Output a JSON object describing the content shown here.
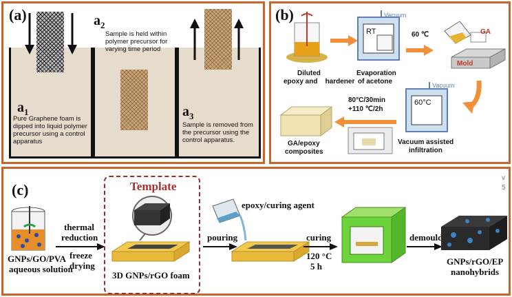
{
  "panel_a": {
    "label": "(a)",
    "a1": {
      "label": "a",
      "sub": "1",
      "text": "Pure Graphene foam is dipped into liquid polymer precursor using a control apparatus"
    },
    "a2": {
      "label": "a",
      "sub": "2",
      "text": "Sample is held within polymer precursor for varying time period"
    },
    "a3": {
      "label": "a",
      "sub": "3",
      "text": "Sample is removed from the precursor using the control apparatus."
    }
  },
  "panel_b": {
    "label": "(b)",
    "vacuum_top": "Vacuum",
    "rt": "RT",
    "temp_60": "60 ℃",
    "ga": "GA",
    "mold": "Mold",
    "diluted_1": "Diluted",
    "diluted_2": "epoxy and    hardener",
    "evap_1": "Evaporation",
    "evap_2": "of acetone",
    "vacuum_bottom": "Vacuum",
    "oven_temp": "60°C",
    "cure_1": "80°C/30min",
    "cure_2": "+110 ℃/2h",
    "composites_1": "GA/epoxy",
    "composites_2": "composites",
    "vac_1": "Vacuum assisted",
    "vac_2": "infiltration"
  },
  "panel_c": {
    "label": "(c)",
    "template": "Template",
    "thermal_1": "thermal",
    "thermal_2": "reduction",
    "freeze_1": "freeze",
    "freeze_2": "drying",
    "solution_1": "GNPs/GO/PVA",
    "solution_2": "aqueous solution",
    "foam_label": "3D GNPs/rGO foam",
    "pouring": "pouring",
    "epoxy_agent": "epoxy/curing agent",
    "curing": "curing",
    "curing_temp": "120 °C",
    "curing_time": "5 h",
    "demould": "demould",
    "product_1": "GNPs/rGO/EP",
    "product_2": "nanohybrids",
    "edge_v": "v",
    "edge_5": "5"
  }
}
